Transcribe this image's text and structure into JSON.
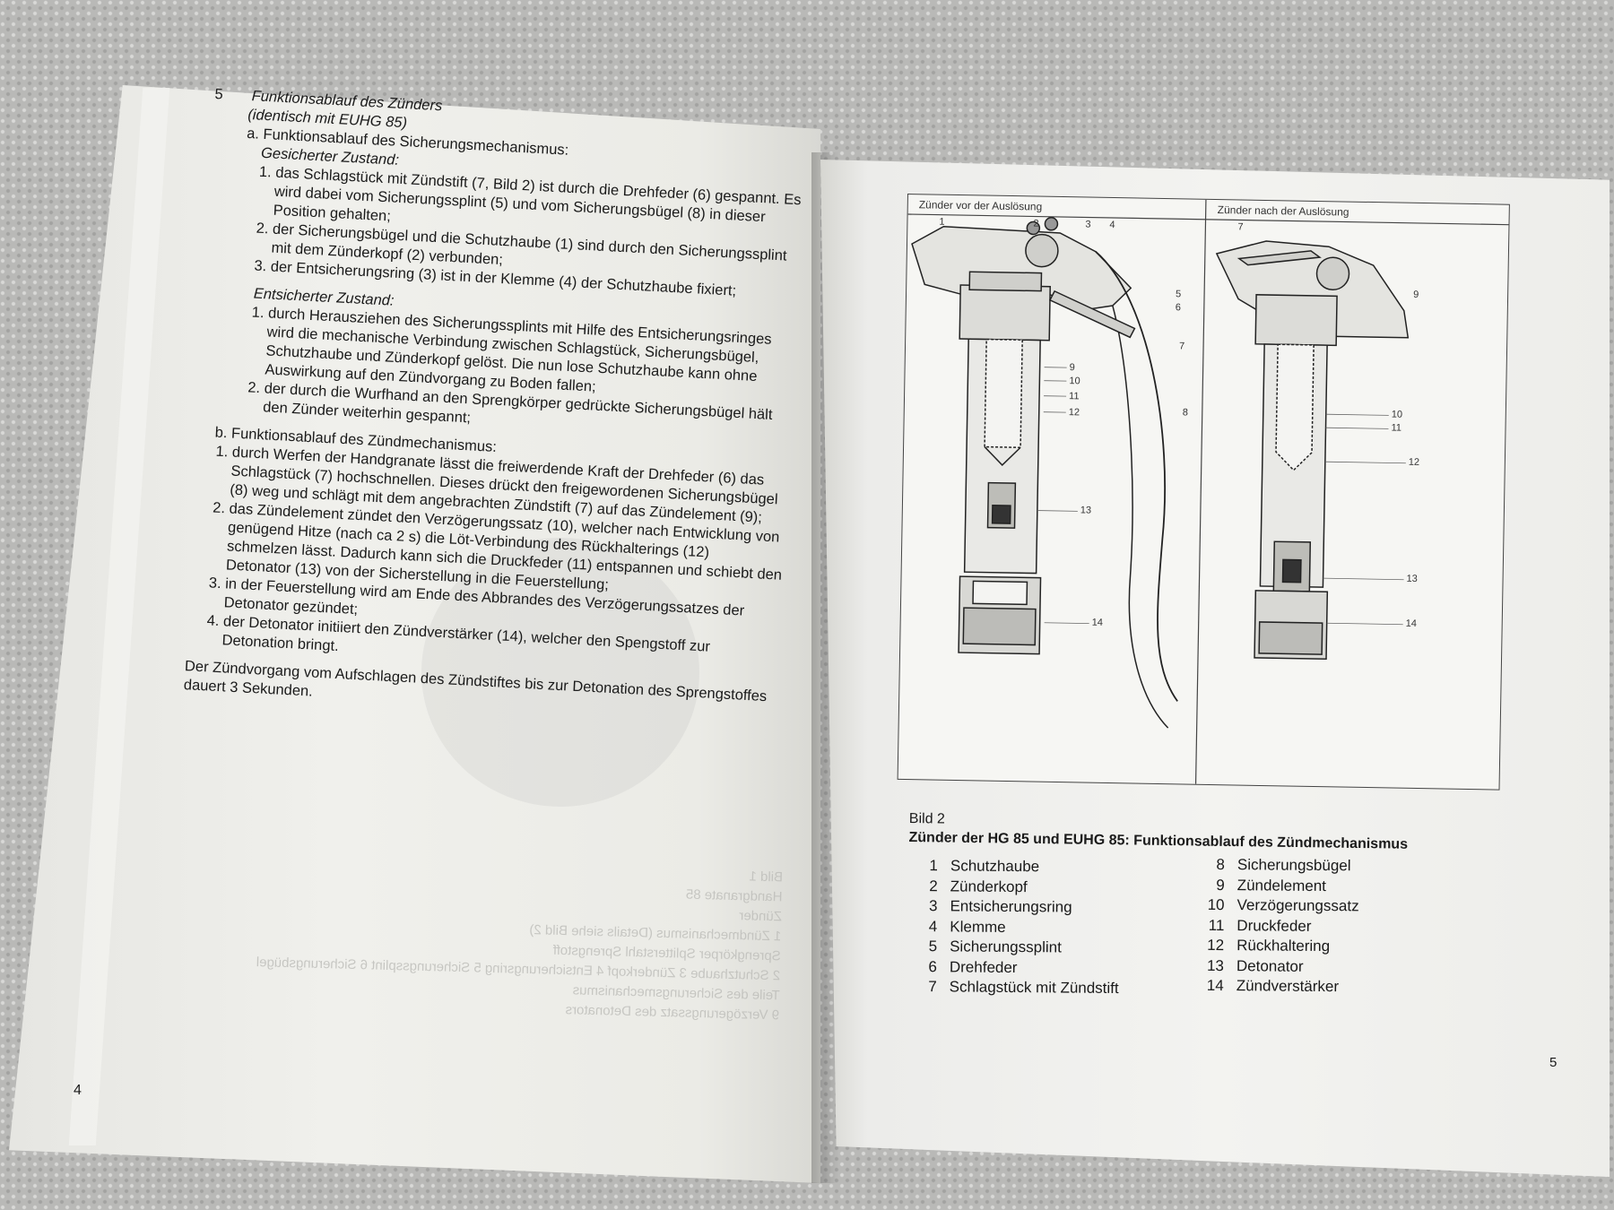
{
  "left_page": {
    "section_number": "5",
    "section_title": "Funktionsablauf des Zünders",
    "section_subtitle": "(identisch mit EUHG 85)",
    "a_title": "a. Funktionsablauf des Sicherungsmechanismus:",
    "secured_label": "Gesicherter Zustand:",
    "secured_items": [
      "1. das Schlagstück mit Zündstift (7, Bild 2) ist durch die Drehfeder (6) gespannt. Es wird dabei vom Sicherungssplint (5) und vom Sicherungsbügel (8) in dieser Position gehalten;",
      "2. der Sicherungsbügel und die Schutzhaube (1) sind durch den Sicherungssplint mit dem Zünderkopf (2) verbunden;",
      "3. der Entsicherungsring (3) ist in der Klemme (4) der Schutzhaube fixiert;"
    ],
    "unsecured_label": "Entsicherter Zustand:",
    "unsecured_items": [
      "1. durch Herausziehen des Sicherungssplints mit Hilfe des Entsicherungsringes wird die mechanische Verbindung zwischen Schlagstück, Sicherungsbügel, Schutzhaube und Zünderkopf gelöst. Die nun lose Schutzhaube kann ohne Auswirkung auf den Zündvorgang zu Boden fallen;",
      "2. der durch die Wurfhand an den Sprengkörper gedrückte Sicherungsbügel hält den Zünder weiterhin gespannt;"
    ],
    "b_title": "b. Funktionsablauf des Zündmechanismus:",
    "b_items": [
      "1. durch Werfen der Handgranate lässt die freiwerdende Kraft der Drehfeder (6) das Schlagstück (7) hochschnellen. Dieses drückt den freigewordenen Sicherungsbügel (8) weg und schlägt mit dem angebrachten Zündstift (7) auf das Zündelement (9);",
      "2. das Zündelement zündet den Verzögerungssatz (10), welcher nach Entwicklung von genügend Hitze (nach ca 2 s) die Löt-Verbindung des Rückhalterings (12) schmelzen lässt. Dadurch kann sich die Druckfeder (11) entspannen und schiebt den Detonator (13) von der Sicherstellung in die Feuerstellung;",
      "3. in der Feuerstellung wird am Ende des Abbrandes des Verzögerungssatzes der Detonator gezündet;",
      "4. der Detonator initiiert den Zündverstärker (14), welcher den Spengstoff zur Detonation bringt."
    ],
    "summary": "Der Zündvorgang vom Aufschlagen des Zündstiftes bis zur Detonation des Sprengstoffes dauert 3 Sekunden.",
    "page_number": "4"
  },
  "right_page": {
    "figure": {
      "title_left": "Zünder vor der Auslösung",
      "title_right": "Zünder nach der Auslösung",
      "callouts_left": [
        "1",
        "2",
        "3",
        "4",
        "5",
        "6",
        "7",
        "8",
        "9",
        "10",
        "11",
        "12",
        "13",
        "14"
      ],
      "callouts_right": [
        "7",
        "9",
        "10",
        "11",
        "12",
        "13",
        "14"
      ]
    },
    "caption_label": "Bild 2",
    "caption_title": "Zünder der HG 85 und EUHG 85: Funktionsablauf des Zündmechanismus",
    "legend_left": [
      {
        "n": "1",
        "label": "Schutzhaube"
      },
      {
        "n": "2",
        "label": "Zünderkopf"
      },
      {
        "n": "3",
        "label": "Entsicherungsring"
      },
      {
        "n": "4",
        "label": "Klemme"
      },
      {
        "n": "5",
        "label": "Sicherungssplint"
      },
      {
        "n": "6",
        "label": "Drehfeder"
      },
      {
        "n": "7",
        "label": "Schlagstück mit Zündstift"
      }
    ],
    "legend_right": [
      {
        "n": "8",
        "label": "Sicherungsbügel"
      },
      {
        "n": "9",
        "label": "Zündelement"
      },
      {
        "n": "10",
        "label": "Verzögerungssatz"
      },
      {
        "n": "11",
        "label": "Druckfeder"
      },
      {
        "n": "12",
        "label": "Rückhaltering"
      },
      {
        "n": "13",
        "label": "Detonator"
      },
      {
        "n": "14",
        "label": "Zündverstärker"
      }
    ],
    "page_number": "5"
  },
  "bleed_through": {
    "lines": [
      "Bild 1",
      "Handgranate 85",
      "Zünder",
      "1  Zündmechanismus (Details siehe Bild 2)",
      "Sprengkörper   Splitterstahl   Sprengstoff",
      "2  Schutzhaube   3  Zünderkopf   4  Entsicherungsring   5  Sicherungssplint   6  Sicherungsbügel",
      "Teile des Sicherungsmechanismus",
      "9  Verzögerungssatz des Detonators"
    ]
  }
}
